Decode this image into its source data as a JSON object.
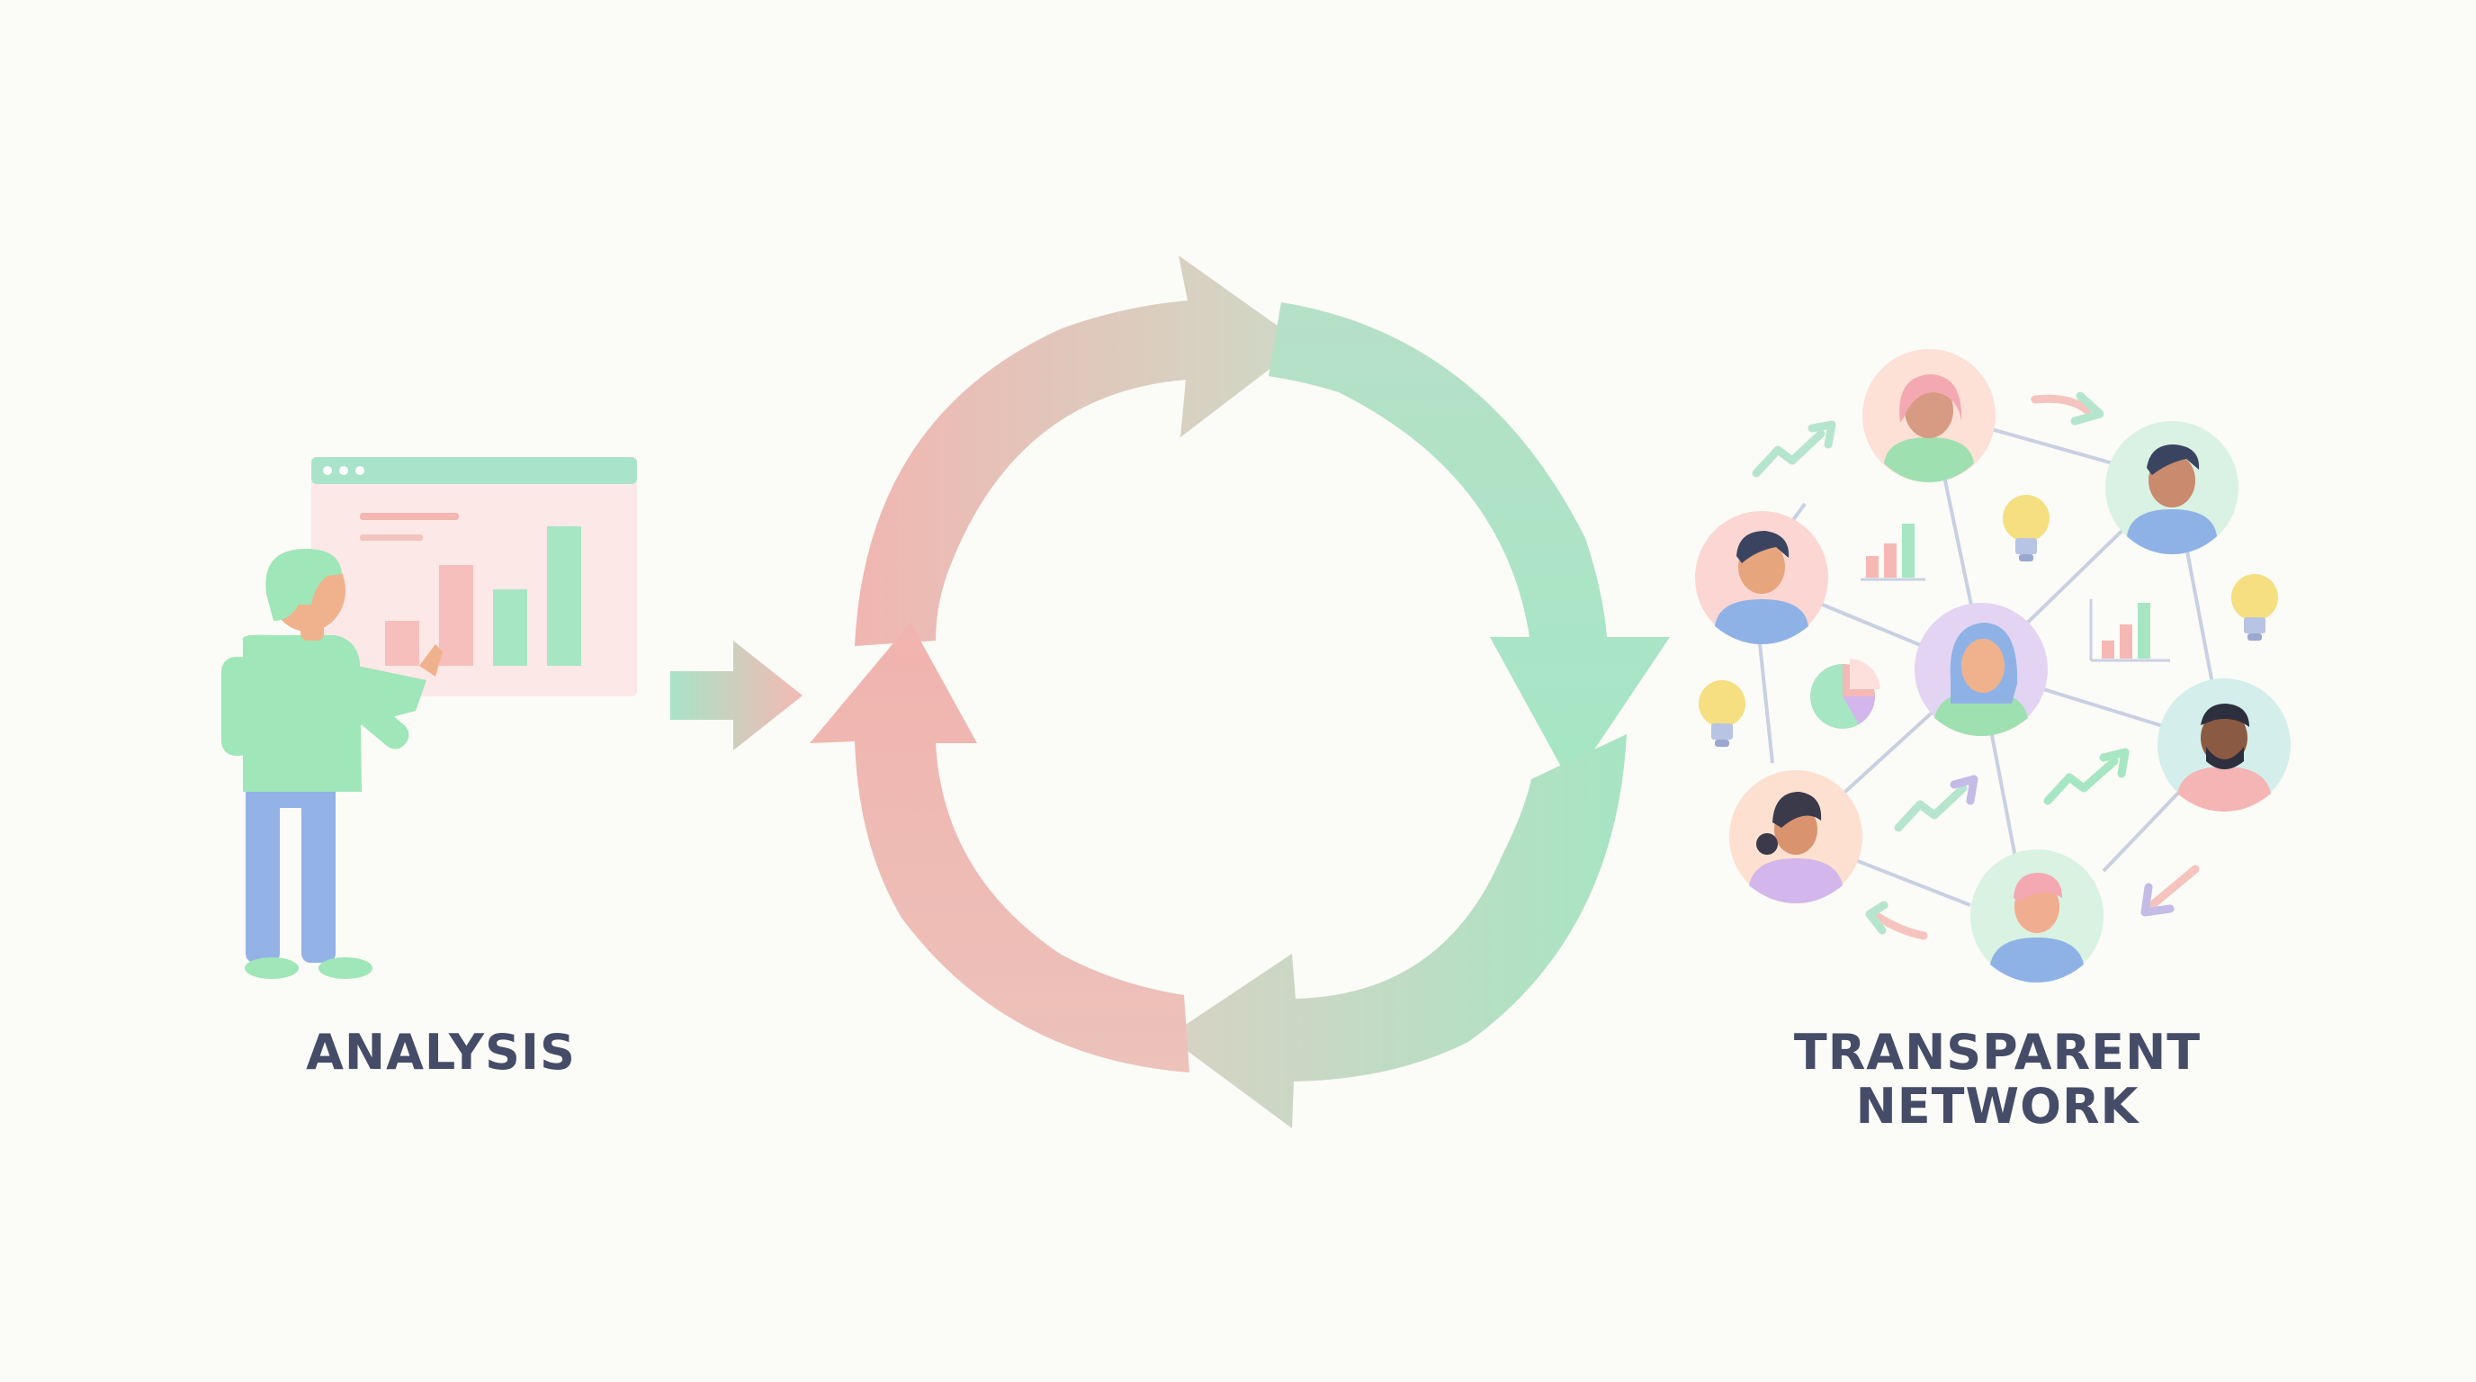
{
  "labels": {
    "analysis": "ANALYSIS",
    "network_line1": "TRANSPARENT",
    "network_line2": "NETWORK"
  },
  "colors": {
    "background": "#fbfbf7",
    "label_text": "#454c68",
    "cycle_coral": "#f2b9b3",
    "cycle_mint": "#a9e6c6",
    "cycle_sage": "#cfd7c7",
    "shirt_green": "#9fe6b8",
    "pants_blue": "#93b2e6",
    "skin": "#f0b28c",
    "bulb_yellow": "#f5df80",
    "link_line": "#c8d0e2"
  },
  "icons": [
    "analyst-person-icon",
    "browser-window-icon",
    "bar-chart-icon",
    "right-arrow-icon",
    "cycle-arrows-icon",
    "person-avatar-icon",
    "lightbulb-icon",
    "pie-chart-icon",
    "trend-up-arrow-icon"
  ]
}
